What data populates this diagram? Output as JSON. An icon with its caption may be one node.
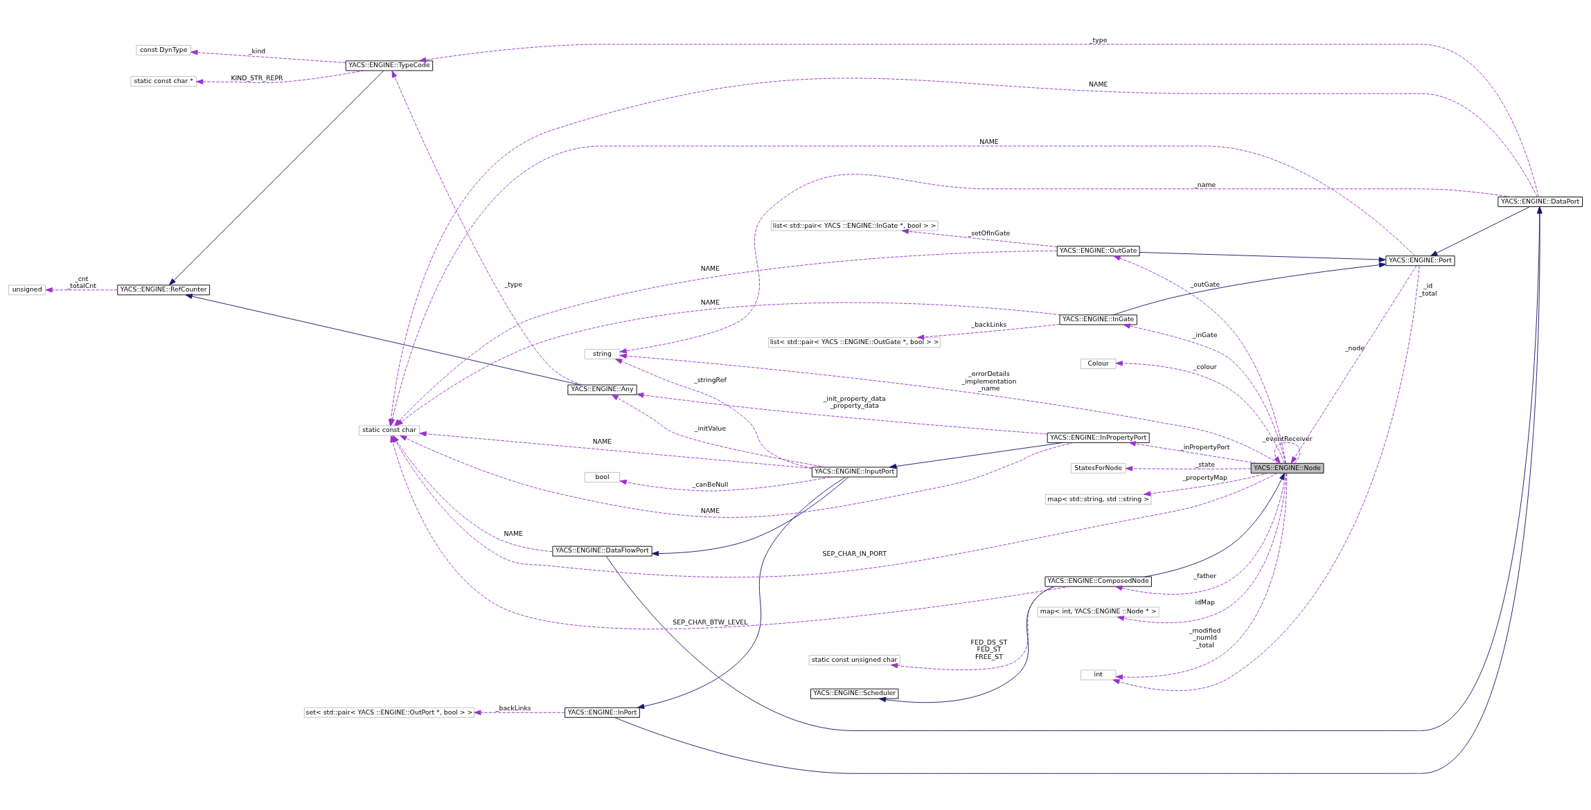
{
  "diagram": {
    "nodes": [
      {
        "text": [
          "unsigned"
        ]
      },
      {
        "text": [
          "YACS::ENGINE::RefCounter"
        ]
      },
      {
        "text": [
          "YACS::ENGINE::Any"
        ]
      },
      {
        "text": [
          "static const char *"
        ]
      },
      {
        "text": [
          "YACS::ENGINE::TypeCode"
        ]
      },
      {
        "text": [
          "const DynType"
        ]
      },
      {
        "text": [
          "bool"
        ]
      },
      {
        "text": [
          "string"
        ]
      },
      {
        "text": [
          "YACS::ENGINE::DataPort"
        ]
      },
      {
        "text": [
          "YACS::ENGINE::DataFlowPort"
        ]
      },
      {
        "text": [
          "YACS::ENGINE::InputPort"
        ]
      },
      {
        "text": [
          "YACS::ENGINE::InPort"
        ]
      },
      {
        "text": [
          "set< std::pair< YACS ::ENGINE::OutPort *, bool > >"
        ]
      },
      {
        "text": [
          "static const unsigned char"
        ]
      },
      {
        "text": [
          "YACS::ENGINE::InPropertyPort"
        ]
      },
      {
        "text": [
          "YACS::ENGINE::Scheduler"
        ]
      },
      {
        "text": [
          "YACS::ENGINE::ComposedNode"
        ]
      },
      {
        "text": [
          "static const char"
        ]
      },
      {
        "text": [
          "YACS::ENGINE::OutGate"
        ]
      },
      {
        "text": [
          "list< std::pair< YACS ::ENGINE::InGate *, bool > >"
        ]
      },
      {
        "text": [
          "StatesForNode"
        ]
      },
      {
        "text": [
          "YACS::ENGINE::Port"
        ]
      },
      {
        "text": [
          "map< std::string, std ::string >"
        ]
      },
      {
        "text": [
          "YACS::ENGINE::Node"
        ]
      },
      {
        "text": [
          "list< std::pair< YACS ::ENGINE::OutGate *, bool > >"
        ]
      },
      {
        "text": [
          "YACS::ENGINE::InGate"
        ]
      },
      {
        "text": [
          "map< int, YACS::ENGINE ::Node * >"
        ]
      },
      {
        "text": [
          "Colour"
        ]
      },
      {
        "text": [
          "int"
        ]
      }
    ],
    "edges": [
      {
        "from": 1,
        "to": 0,
        "arrow": "to",
        "label": "_cnt _totalCnt",
        "style": "dashed"
      },
      {
        "from": 2,
        "to": 1,
        "arrow": "to",
        "color": "#191970"
      },
      {
        "from": 4,
        "to": 1,
        "arrow": "to",
        "color": "#191970"
      },
      {
        "from": 2,
        "to": 4,
        "arrow": "to",
        "label": "_type",
        "style": "dashed"
      },
      {
        "from": 4,
        "to": 3,
        "arrow": "to",
        "label": "KIND_STR_REPR",
        "style": "dashed"
      },
      {
        "from": 4,
        "to": 5,
        "arrow": "to",
        "label": "_kind",
        "style": "dashed"
      },
      {
        "from": 10,
        "to": 2,
        "arrow": "to",
        "label": "_initValue",
        "style": "dashed"
      },
      {
        "from": 14,
        "to": 2,
        "arrow": "to",
        "label": "_init_property_data _property_data",
        "style": "dashed"
      },
      {
        "from": 10,
        "to": 6,
        "arrow": "to",
        "label": "_canBeNull",
        "style": "dashed"
      },
      {
        "from": 10,
        "to": 7,
        "arrow": "to",
        "label": "_stringRef",
        "style": "dashed"
      },
      {
        "from": 8,
        "to": 4,
        "arrow": "to",
        "label": "_type",
        "style": "dashed"
      },
      {
        "from": 8,
        "to": 7,
        "arrow": "to",
        "label": "_name",
        "style": "dashed"
      },
      {
        "from": 9,
        "to": 8,
        "arrow": "to",
        "color": "#191970"
      },
      {
        "from": 11,
        "to": 8,
        "arrow": "to",
        "color": "#191970"
      },
      {
        "from": 10,
        "to": 9,
        "arrow": "to",
        "color": "#191970"
      },
      {
        "from": 10,
        "to": 11,
        "arrow": "to",
        "color": "#191970"
      },
      {
        "from": 8,
        "to": 17,
        "arrow": "to",
        "label": "NAME",
        "style": "dashed"
      },
      {
        "from": 9,
        "to": 17,
        "arrow": "to",
        "label": "NAME",
        "style": "dashed"
      },
      {
        "from": 11,
        "to": 12,
        "arrow": "to",
        "label": "_backLinks",
        "style": "dashed"
      },
      {
        "from": 10,
        "to": 17,
        "arrow": "to",
        "label": "NAME",
        "style": "dashed"
      },
      {
        "from": 14,
        "to": 10,
        "arrow": "to",
        "color": "#191970"
      },
      {
        "from": 16,
        "to": 13,
        "arrow": "to",
        "label": "FED_DS_ST FED_ST FREE_ST",
        "style": "dashed"
      },
      {
        "from": 16,
        "to": 17,
        "arrow": "to",
        "label": "SEP_CHAR_BTW_LEVEL",
        "style": "dashed"
      },
      {
        "from": 16,
        "to": 15,
        "arrow": "to",
        "color": "#191970"
      },
      {
        "from": 14,
        "to": 17,
        "arrow": "to",
        "label": "NAME",
        "style": "dashed"
      },
      {
        "from": 16,
        "to": 23,
        "arrow": "to",
        "color": "#191970"
      },
      {
        "from": 23,
        "to": 16,
        "arrow": "to",
        "label": "_father",
        "style": "dashed"
      },
      {
        "from": 18,
        "to": 17,
        "arrow": "to",
        "label": "NAME",
        "style": "dashed"
      },
      {
        "from": 25,
        "to": 17,
        "arrow": "to",
        "label": "NAME",
        "style": "dashed"
      },
      {
        "from": 21,
        "to": 17,
        "arrow": "to",
        "label": "NAME",
        "style": "dashed"
      },
      {
        "from": 23,
        "to": 17,
        "arrow": "to",
        "label": "SEP_CHAR_IN_PORT",
        "style": "dashed"
      },
      {
        "from": 23,
        "to": 7,
        "arrow": "to",
        "label": "_errorDetails _implementation _name",
        "style": "dashed"
      },
      {
        "from": 23,
        "to": 18,
        "arrow": "to",
        "label": "_outGate",
        "style": "dashed"
      },
      {
        "from": 18,
        "to": 19,
        "arrow": "to",
        "label": "_setOfInGate",
        "style": "dashed"
      },
      {
        "from": 18,
        "to": 21,
        "arrow": "to",
        "color": "#191970"
      },
      {
        "from": 25,
        "to": 21,
        "arrow": "to",
        "color": "#191970"
      },
      {
        "from": 8,
        "to": 21,
        "arrow": "to",
        "color": "#191970"
      },
      {
        "from": 23,
        "to": 23,
        "arrow": "to",
        "label": "_eventReceiver",
        "style": "dashed"
      },
      {
        "from": 23,
        "to": 20,
        "arrow": "to",
        "label": "_state",
        "style": "dashed"
      },
      {
        "from": 23,
        "to": 22,
        "arrow": "to",
        "label": "_propertyMap",
        "style": "dashed"
      },
      {
        "from": 23,
        "to": 26,
        "arrow": "to",
        "label": "idMap",
        "style": "dashed"
      },
      {
        "from": 23,
        "to": 27,
        "arrow": "to",
        "label": "_colour",
        "style": "dashed"
      },
      {
        "from": 23,
        "to": 28,
        "arrow": "to",
        "label": "_modified _numId _total",
        "style": "dashed"
      },
      {
        "from": 21,
        "to": 28,
        "arrow": "to",
        "label": "_id _total",
        "style": "dashed"
      },
      {
        "from": 21,
        "to": 23,
        "arrow": "to",
        "label": "_node",
        "style": "dashed"
      },
      {
        "from": 23,
        "to": 25,
        "arrow": "to",
        "label": "_inGate",
        "style": "dashed"
      },
      {
        "from": 25,
        "to": 24,
        "arrow": "to",
        "label": "_backLinks",
        "style": "dashed"
      },
      {
        "from": 23,
        "to": 14,
        "arrow": "to",
        "label": "_inPropertyPort",
        "style": "dashed"
      }
    ]
  }
}
